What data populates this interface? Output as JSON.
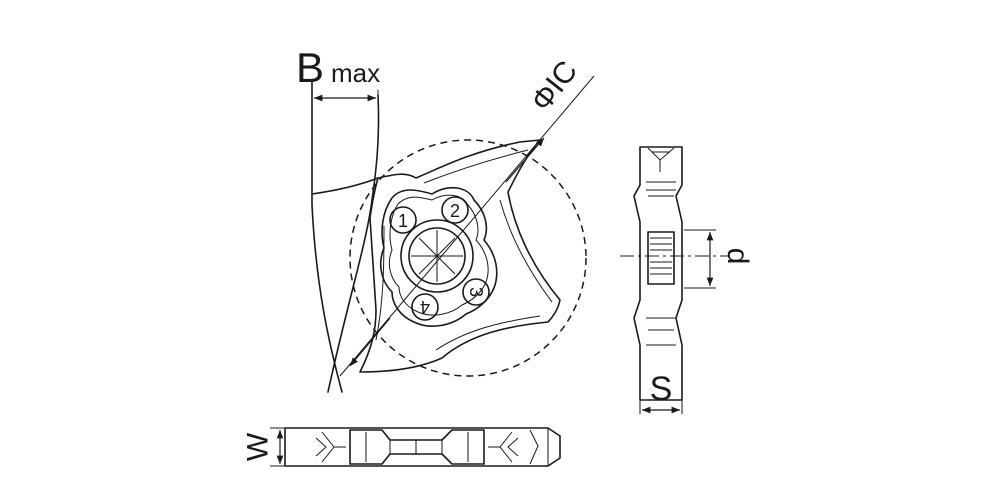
{
  "diagram": {
    "labels": {
      "b": "B",
      "max": "max",
      "ic": "ΦIC",
      "p": "p",
      "s": "S",
      "w": "W"
    },
    "insert_numbers": [
      "1",
      "2",
      "3",
      "4"
    ],
    "line_color": "#1a1a1a",
    "background": "#ffffff"
  }
}
